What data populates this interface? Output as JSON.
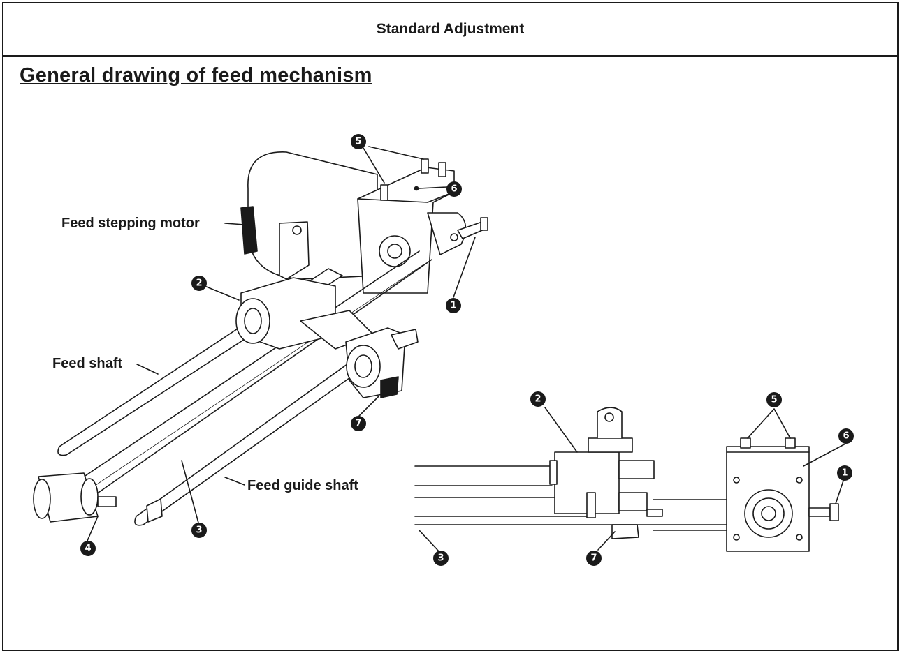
{
  "header": {
    "title": "Standard Adjustment"
  },
  "section": {
    "title": "General drawing of feed mechanism"
  },
  "labels": {
    "feed_stepping_motor": "Feed stepping motor",
    "feed_shaft": "Feed shaft",
    "feed_guide_shaft": "Feed guide shaft"
  },
  "callouts": {
    "c1": "1",
    "c2": "2",
    "c3": "3",
    "c4": "4",
    "c5": "5",
    "c6": "6",
    "c7": "7"
  }
}
